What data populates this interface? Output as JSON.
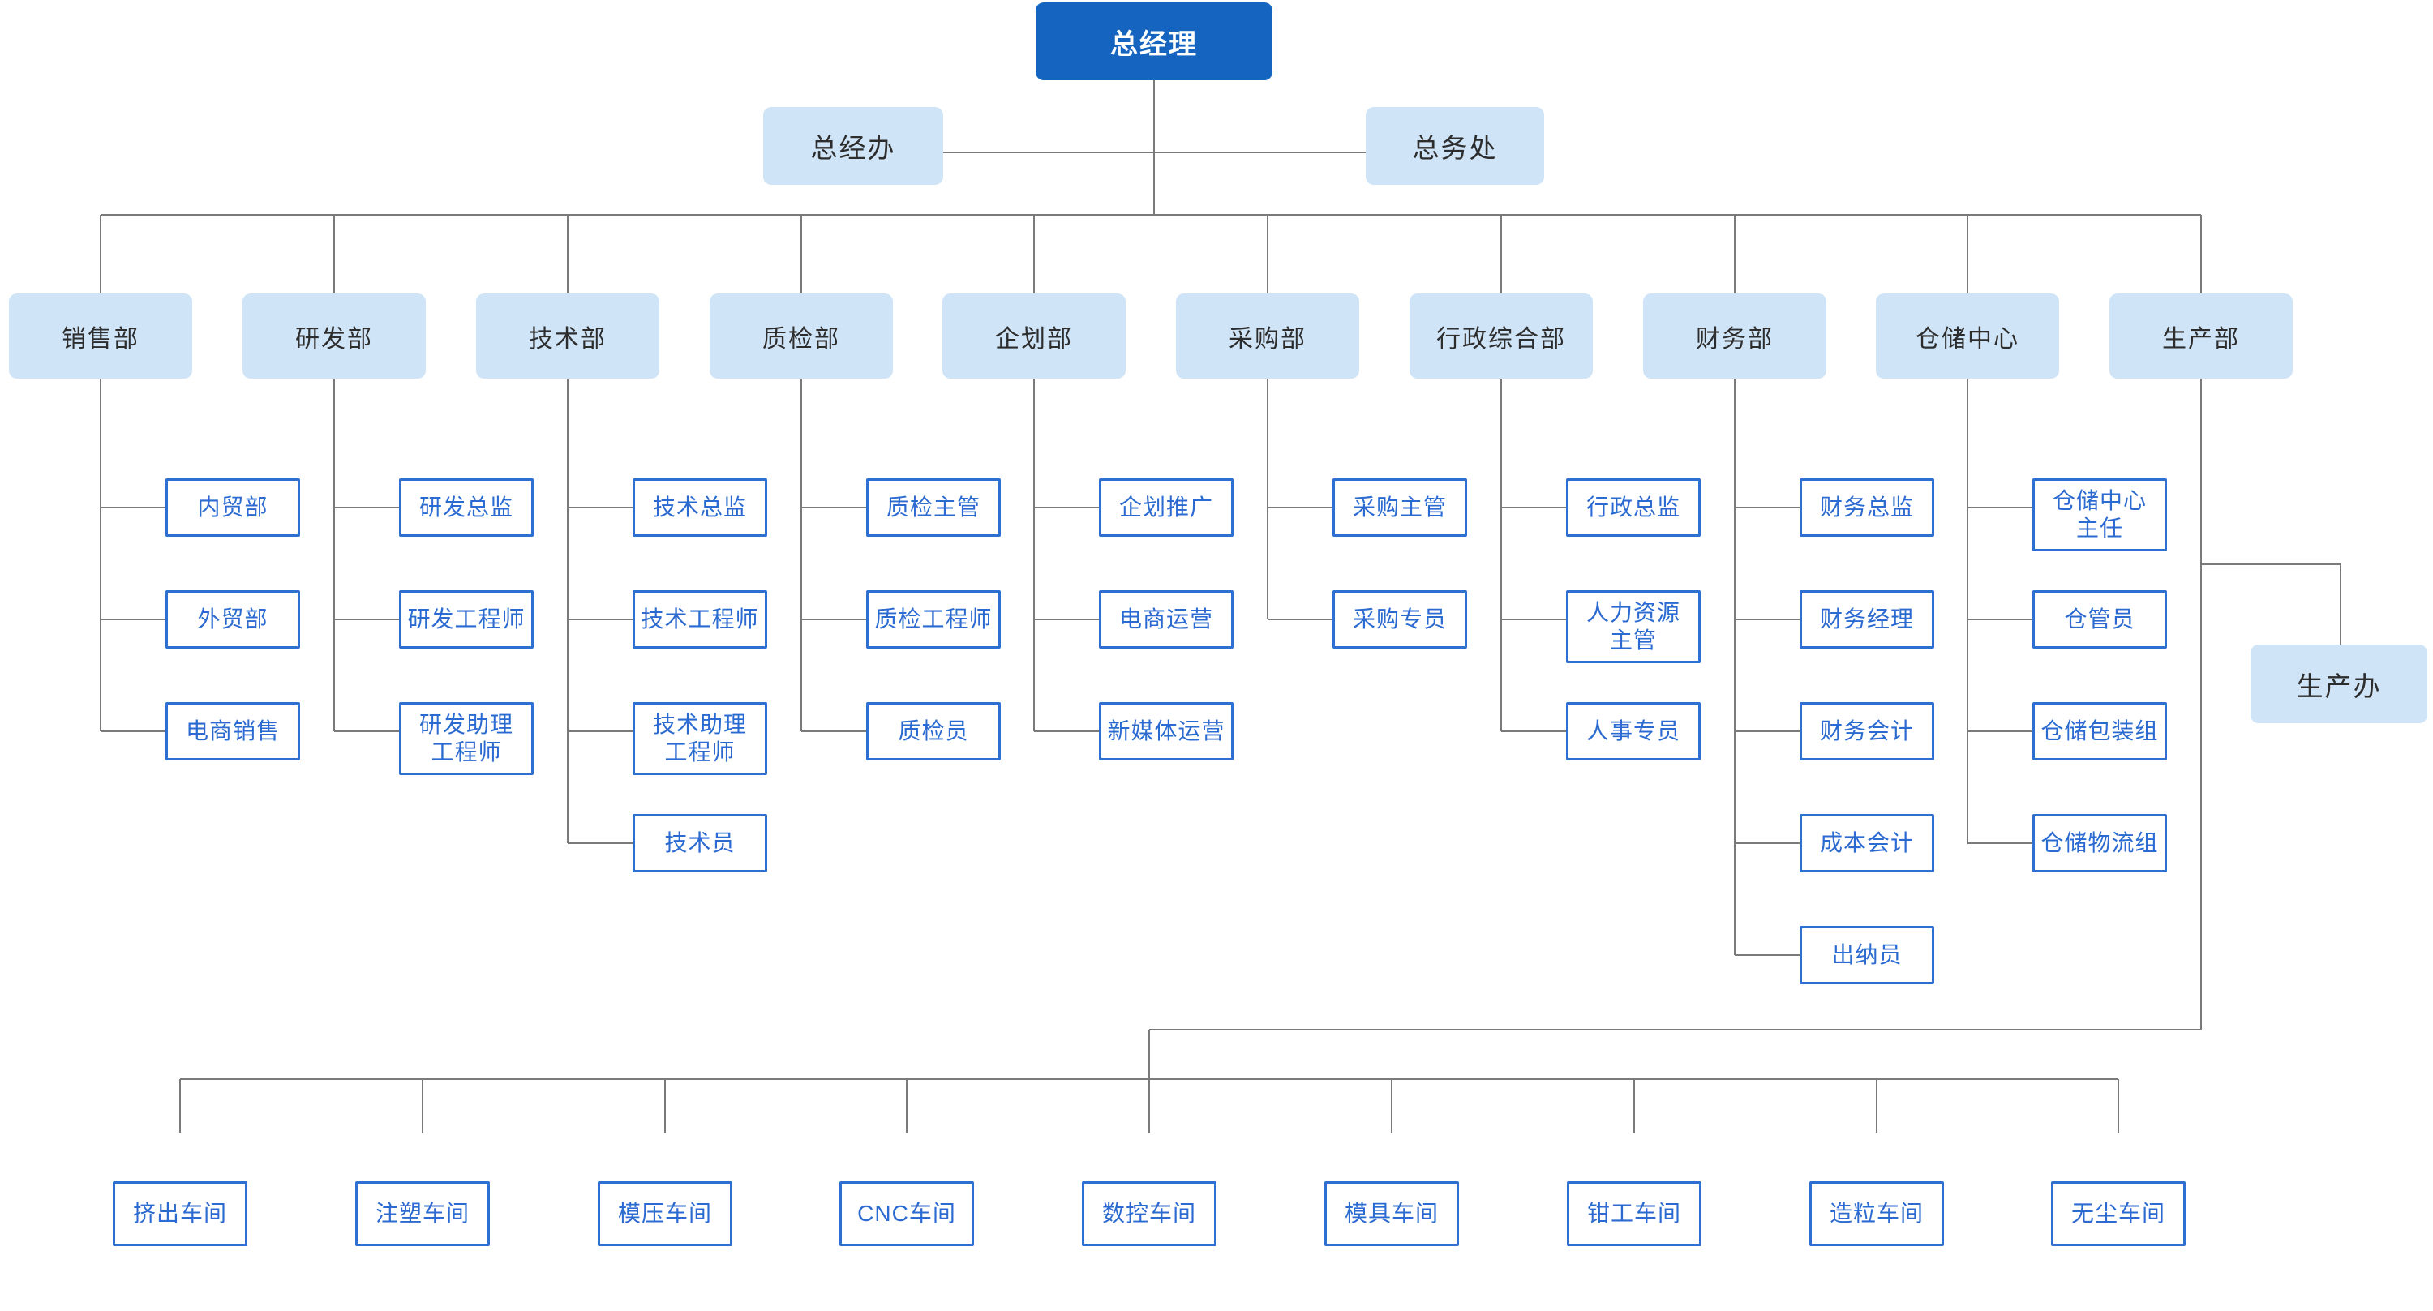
{
  "org": {
    "root": {
      "label": "总经理"
    },
    "staff_offices": [
      {
        "label": "总经办"
      },
      {
        "label": "总务处"
      }
    ],
    "departments": [
      {
        "label": "销售部",
        "children": [
          "内贸部",
          "外贸部",
          "电商销售"
        ]
      },
      {
        "label": "研发部",
        "children": [
          "研发总监",
          "研发工程师",
          "研发助理工程师"
        ]
      },
      {
        "label": "技术部",
        "children": [
          "技术总监",
          "技术工程师",
          "技术助理工程师",
          "技术员"
        ]
      },
      {
        "label": "质检部",
        "children": [
          "质检主管",
          "质检工程师",
          "质检员"
        ]
      },
      {
        "label": "企划部",
        "children": [
          "企划推广",
          "电商运营",
          "新媒体运营"
        ]
      },
      {
        "label": "采购部",
        "children": [
          "采购主管",
          "采购专员"
        ]
      },
      {
        "label": "行政综合部",
        "children": [
          "行政总监",
          "人力资源主管",
          "人事专员"
        ]
      },
      {
        "label": "财务部",
        "children": [
          "财务总监",
          "财务经理",
          "财务会计",
          "成本会计",
          "出纳员"
        ]
      },
      {
        "label": "仓储中心",
        "children": [
          "仓储中心主任",
          "仓管员",
          "仓储包装组",
          "仓储物流组"
        ]
      },
      {
        "label": "生产部",
        "children": []
      }
    ],
    "production_office": {
      "label": "生产办"
    },
    "workshops": [
      "挤出车间",
      "注塑车间",
      "模压车间",
      "CNC车间",
      "数控车间",
      "模具车间",
      "钳工车间",
      "造粒车间",
      "无尘车间"
    ],
    "colors": {
      "root_fill": "#1565c0",
      "root_text": "#ffffff",
      "light_fill": "#cfe4f7",
      "dark_text": "#2d2d2d",
      "node_border": "#2e6fd2",
      "node_text": "#2b6ad0",
      "line": "#7a7a7a",
      "background": "#ffffff"
    }
  }
}
